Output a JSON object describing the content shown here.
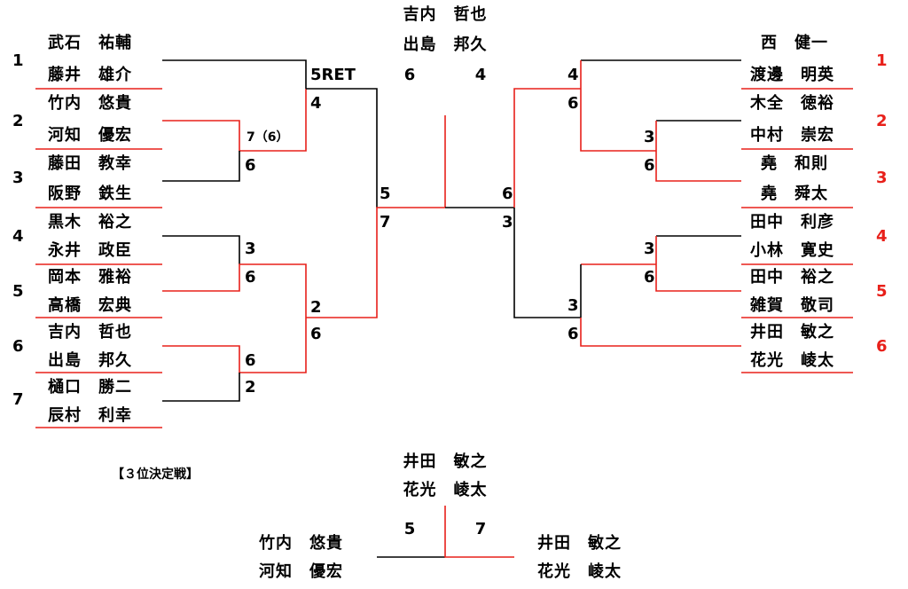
{
  "left_pairs": [
    {
      "seed": "1",
      "p1": "武石　祐輔",
      "p2": "藤井　雄介"
    },
    {
      "seed": "2",
      "p1": "竹内　悠貴",
      "p2": "河知　優宏"
    },
    {
      "seed": "3",
      "p1": "藤田　教幸",
      "p2": "阪野　鉄生"
    },
    {
      "seed": "4",
      "p1": "黒木　裕之",
      "p2": "永井　政臣"
    },
    {
      "seed": "5",
      "p1": "岡本　雅裕",
      "p2": "高橋　宏典"
    },
    {
      "seed": "6",
      "p1": "吉内　哲也",
      "p2": "出島　邦久"
    },
    {
      "seed": "7",
      "p1": "樋口　勝二",
      "p2": "辰村　利幸"
    }
  ],
  "right_pairs": [
    {
      "seed": "1",
      "p1": "西　健一",
      "p2": "渡邊　明英"
    },
    {
      "seed": "2",
      "p1": "木全　徳裕",
      "p2": "中村　崇宏"
    },
    {
      "seed": "3",
      "p1": "堯　和則",
      "p2": "堯　舜太"
    },
    {
      "seed": "4",
      "p1": "田中　利彦",
      "p2": "小林　寛史"
    },
    {
      "seed": "5",
      "p1": "田中　裕之",
      "p2": "雑賀　敬司"
    },
    {
      "seed": "6",
      "p1": "井田　敏之",
      "p2": "花光　崚太"
    }
  ],
  "left_scores": {
    "r1_pair2": "7（6）",
    "r1_pair3": "6",
    "r1_pair4": "3",
    "r1_pair5": "6",
    "r1_pair6": "6",
    "r1_pair7": "2",
    "qf_top": "5RET",
    "qf_mid": "4",
    "qf_lowA": "2",
    "qf_lowB": "6",
    "sf_top": "5",
    "sf_bottom": "7"
  },
  "right_scores": {
    "qf1_top": "4",
    "qf1_bottom": "6",
    "r1_pair2": "3",
    "r1_pair3": "6",
    "r1_pair4": "3",
    "r1_pair5": "6",
    "qf2_top": "3",
    "qf2_bottom": "6",
    "sf_top": "6",
    "sf_bottom": "3"
  },
  "champion": {
    "p1": "吉内　哲也",
    "p2": "出島　邦久"
  },
  "final_scores": {
    "left": "6",
    "right": "4"
  },
  "third_place": {
    "title": "【３位決定戦】",
    "winner": {
      "p1": "井田　敏之",
      "p2": "花光　崚太"
    },
    "left": {
      "p1": "竹内　悠貴",
      "p2": "河知　優宏"
    },
    "right": {
      "p1": "井田　敏之",
      "p2": "花光　崚太"
    },
    "scores": {
      "left": "5",
      "right": "7"
    }
  },
  "colors": {
    "winner_line": "#e8201a",
    "loser_line": "#000000",
    "seed_right": "#e8201a"
  }
}
